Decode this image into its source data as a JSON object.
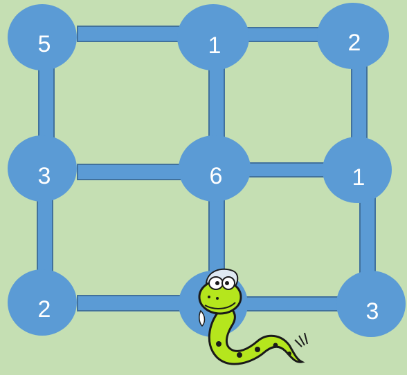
{
  "diagram": {
    "background_color": "#c5dfb3",
    "node_color": "#5b9bd5",
    "edge_color": "#5b9bd5",
    "edge_stroke": "#41719c",
    "label_color": "#ffffff",
    "nodes": [
      {
        "id": "r0c0",
        "label": "5"
      },
      {
        "id": "r0c1",
        "label": "1"
      },
      {
        "id": "r0c2",
        "label": "2"
      },
      {
        "id": "r1c0",
        "label": "3"
      },
      {
        "id": "r1c1",
        "label": "6"
      },
      {
        "id": "r1c2",
        "label": "1"
      },
      {
        "id": "r2c0",
        "label": "2"
      },
      {
        "id": "r2c1",
        "label": ""
      },
      {
        "id": "r2c2",
        "label": "3"
      }
    ],
    "edges": [
      {
        "from": "r0c0",
        "to": "r0c1"
      },
      {
        "from": "r0c1",
        "to": "r0c2"
      },
      {
        "from": "r1c0",
        "to": "r1c1"
      },
      {
        "from": "r1c1",
        "to": "r1c2"
      },
      {
        "from": "r2c0",
        "to": "r2c1"
      },
      {
        "from": "r2c1",
        "to": "r2c2"
      },
      {
        "from": "r0c0",
        "to": "r1c0"
      },
      {
        "from": "r1c0",
        "to": "r2c0"
      },
      {
        "from": "r0c1",
        "to": "r1c1"
      },
      {
        "from": "r1c1",
        "to": "r2c1"
      },
      {
        "from": "r0c2",
        "to": "r1c2"
      },
      {
        "from": "r1c2",
        "to": "r2c2"
      }
    ],
    "mascot": {
      "icon": "snake-icon",
      "color": "#b5e61d"
    }
  }
}
